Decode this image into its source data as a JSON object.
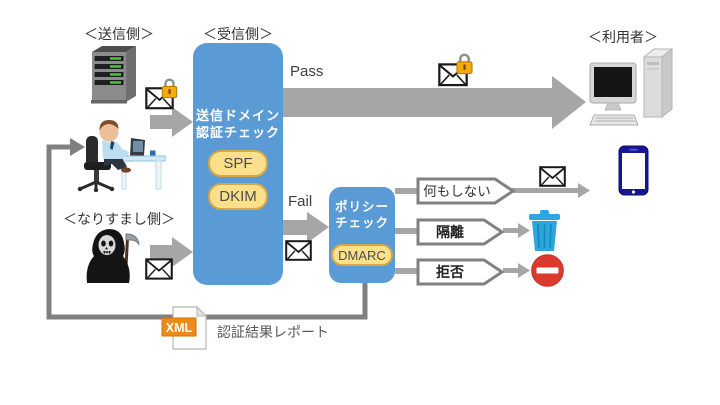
{
  "labels": {
    "sender_side": "＜送信側＞",
    "receiver_side": "＜受信側＞",
    "user_side": "＜利用者＞",
    "spoofer_side": "＜なりすまし側＞"
  },
  "auth_box": {
    "title_line1": "送信ドメイン",
    "title_line2": "認証チェック",
    "badges": [
      "SPF",
      "DKIM"
    ]
  },
  "policy_box": {
    "title_line1": "ポリシー",
    "title_line2": "チェック",
    "badge": "DMARC"
  },
  "results": {
    "pass": "Pass",
    "fail": "Fail"
  },
  "actions": [
    {
      "label": "何もしない",
      "icon": "envelope-icon"
    },
    {
      "label": "隔離",
      "icon": "trash-can-icon"
    },
    {
      "label": "拒否",
      "icon": "no-entry-icon"
    }
  ],
  "report": {
    "badge": "XML",
    "label": "認証結果レポート"
  },
  "icons": {
    "mail": "envelope-icon",
    "lock": "padlock-icon",
    "server": "mail-server-icon",
    "sender": "person-at-desk-icon",
    "spoofer": "grim-reaper-icon",
    "pc": "desktop-computer-icon",
    "phone": "smartphone-icon",
    "trash": "trash-can-icon",
    "no_entry": "no-entry-icon",
    "xml_file": "xml-file-icon"
  },
  "colors": {
    "box_blue": "#5B9BD5",
    "badge_yellow": "#FBE08C",
    "badge_border": "#D5A647",
    "arrow_gray": "#A6A6A6",
    "line_gray": "#808080",
    "trash_blue": "#2BA7DE",
    "no_entry_red": "#DA3B2C",
    "xml_orange": "#EC8A1D"
  }
}
